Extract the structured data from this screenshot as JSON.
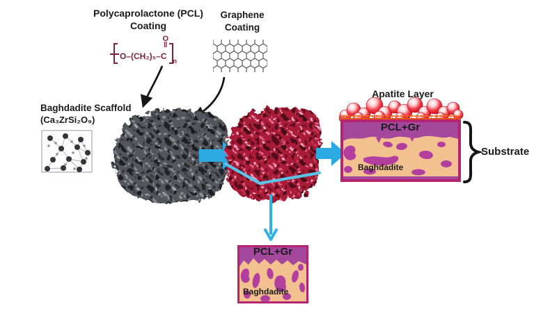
{
  "colors": {
    "accent_blue": "#2ba9e1",
    "section_line_blue": "#5cc3e8",
    "formula_maroon": "#7d1f3e",
    "box_border": "#b5256f",
    "band_magenta": "#a4489d",
    "peach": "#f2c18f",
    "blob_purple": "#b23f9e",
    "apatite_red": "#dd1626",
    "fringe_orange": "#f26a21",
    "scaffold_gray": "#54565b",
    "scaffold_red": "#a81f38"
  },
  "top_labels": {
    "pcl_line1": "Polycaprolactone (PCL)",
    "pcl_line2": "Coating",
    "graphene_line1": "Graphene",
    "graphene_line2": "Coating"
  },
  "pcl_formula": {
    "main": "O–(CH₂)₅–C",
    "carbonyl_oxygen": "O",
    "double_bond": "‖",
    "repeat_subscript": "n"
  },
  "scaffold": {
    "name": "Baghdadite Scaffold",
    "formula": "(Ca₃ZrSi₂O₉)"
  },
  "apatite": {
    "label": "Apatite Layer"
  },
  "substrate": {
    "label": "Substrate"
  },
  "cross_section": {
    "top_layer": "PCL+Gr",
    "bottom_layer": "Baghdadite"
  },
  "magnified_view": {
    "top_layer": "PCL+Gr",
    "bottom_layer": "Baghdadite"
  }
}
